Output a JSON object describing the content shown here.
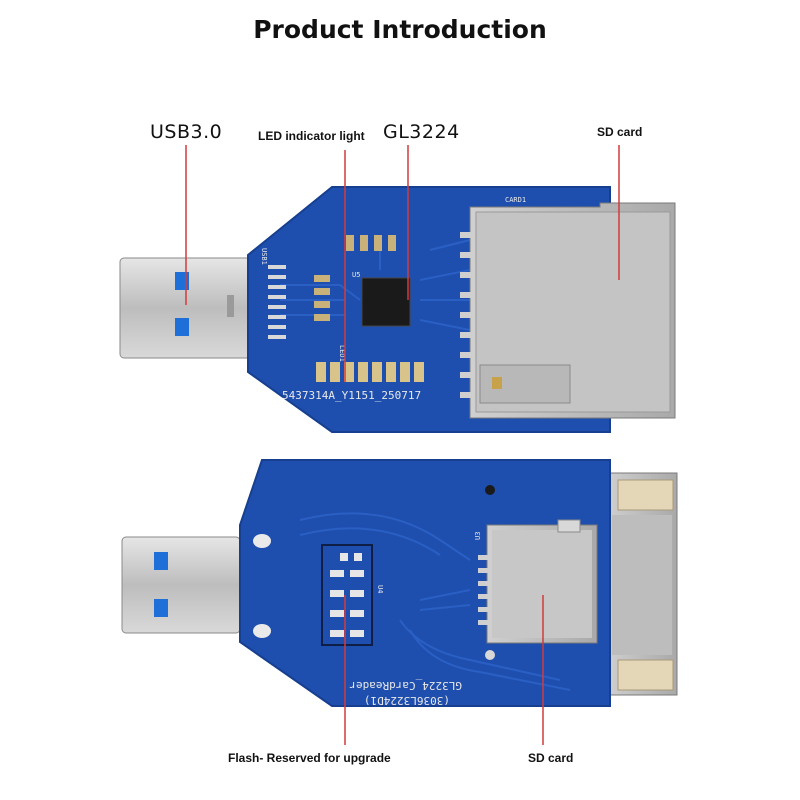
{
  "title": "Product Introduction",
  "callouts": {
    "usb": "USB3.0",
    "led": "LED indicator light",
    "chip": "GL3224",
    "sd_top": "SD card",
    "flash": "Flash- Reserved for upgrade",
    "sd_bottom": "SD card"
  },
  "silkscreen": {
    "top_part_number": "5437314A_Y1151_250717",
    "bottom_board_name": "GL3224_CardReader",
    "bottom_board_code": "(3036L3224D1)",
    "usb_ref": "USB1",
    "card_ref": "CARD1",
    "chip_ref": "U5",
    "flash_ref": "U4",
    "tf_ref": "U3",
    "led_ref": "LED1"
  },
  "colors": {
    "pcb": "#1f4fae",
    "pcb_trace": "#2a5fc4",
    "callout_line": "#d23b3b",
    "metal": "#cfcfcf",
    "usb_blue": "#1f6fd8"
  }
}
